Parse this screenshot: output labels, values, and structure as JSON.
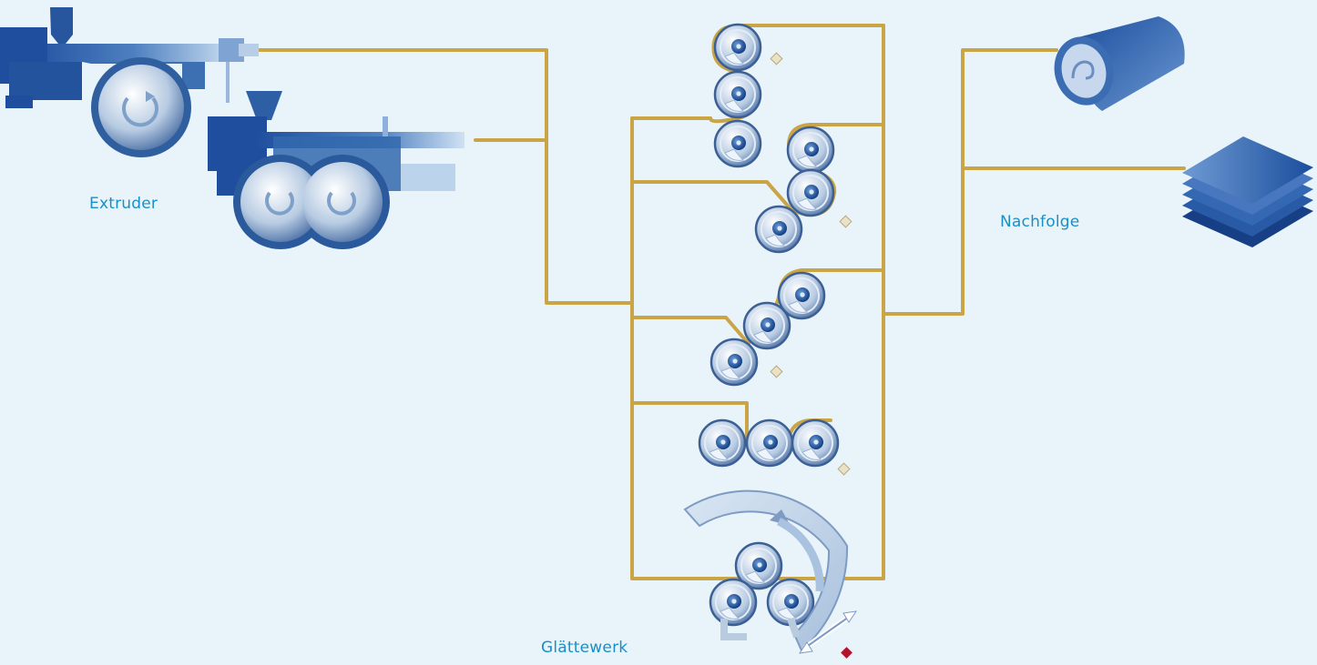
{
  "labels": {
    "extruder": "Extruder",
    "glaettewerk": "Glättewerk",
    "nachfolge": "Nachfolge"
  },
  "colors": {
    "background": "#e8f3fa",
    "label": "#1a8fc6",
    "line": "#c9a545",
    "machine_dark": "#1f4e9e",
    "machine_light": "#b9d1ea",
    "marker_inactive": "#e9e2c6",
    "marker_active": "#b3122a"
  },
  "icons": [
    "single-screw-extruder-icon",
    "twin-screw-extruder-icon",
    "film-roll-icon",
    "sheet-stack-icon",
    "roller-icon",
    "rotation-arrow-icon"
  ]
}
